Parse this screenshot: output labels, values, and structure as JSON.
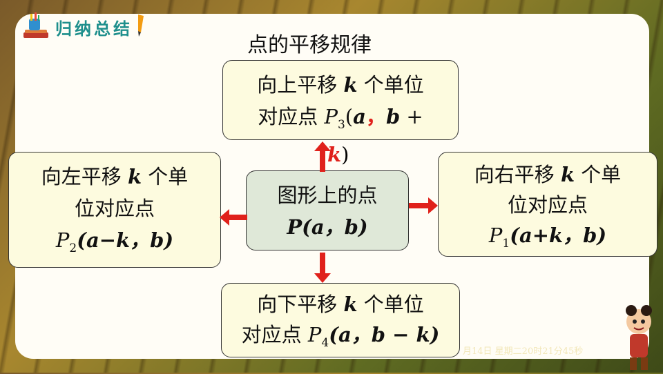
{
  "header": {
    "title": "归纳总结"
  },
  "diagram": {
    "title": "点的平移规律",
    "center": {
      "line1": "图形上的点",
      "point": "P(a，b)"
    },
    "up": {
      "line1": "向上平移 ",
      "k": "k",
      "line1_suffix": " 个单位",
      "line2": "对应点 ",
      "p": "P",
      "sub": "3",
      "coord_open": "(",
      "a": "a",
      "comma_red": "，",
      "b": "b",
      "plus": " +",
      "k_red": "k",
      "close": ")"
    },
    "left": {
      "line1": "向左平移 ",
      "k": "k",
      "line1_suffix": " 个单",
      "line2": "位对应点",
      "p": "P",
      "sub": "2",
      "coord": "(a−k，b)"
    },
    "right": {
      "line1": "向右平移 ",
      "k": "k",
      "line1_suffix": " 个单",
      "line2": "位对应点",
      "p": "P",
      "sub": "1",
      "coord": "(a+k，b)"
    },
    "down": {
      "line1": "向下平移 ",
      "k": "k",
      "line1_suffix": " 个单位",
      "line2": "对应点 ",
      "p": "P",
      "sub": "4",
      "coord": "(a，b − k)"
    }
  },
  "footer": {
    "date_stamp": "月14日 星期二20时21分45秒"
  },
  "colors": {
    "accent_teal": "#1e8f8c",
    "arrow_red": "#e0211b",
    "box_yellow": "#fdfbdf",
    "box_green": "#dfe8d8"
  }
}
